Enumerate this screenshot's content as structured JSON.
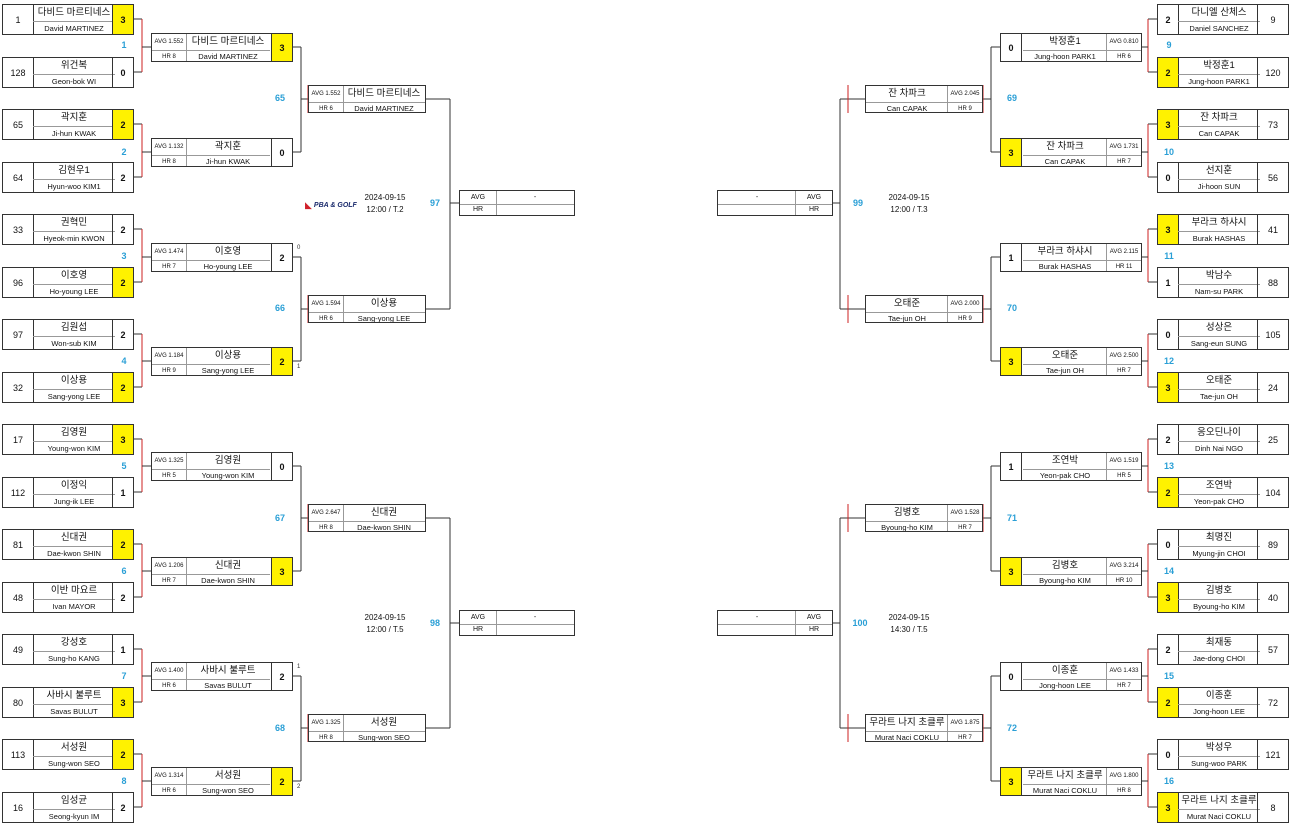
{
  "colors": {
    "winner": "#fff200",
    "match_number": "#2a9fd6",
    "line": "#333333",
    "accent_line": "#cc2222"
  },
  "logo": {
    "text": "PBA & GOLF",
    "icon": "pba-logo-icon"
  },
  "stat_labels": {
    "avg": "AVG",
    "hr": "HR"
  },
  "r1": [
    {
      "seed": "1",
      "ko": "다비드 마르티네스",
      "en": "David MARTINEZ",
      "score": "3",
      "win": true
    },
    {
      "seed": "128",
      "ko": "위건복",
      "en": "Geon-bok WI",
      "score": "0",
      "win": false
    },
    {
      "seed": "65",
      "ko": "곽지훈",
      "en": "Ji-hun KWAK",
      "score": "2",
      "win": true
    },
    {
      "seed": "64",
      "ko": "김현우1",
      "en": "Hyun-woo KIM1",
      "score": "2",
      "win": false
    },
    {
      "seed": "33",
      "ko": "권혁민",
      "en": "Hyeok-min KWON",
      "score": "2",
      "win": false
    },
    {
      "seed": "96",
      "ko": "이호영",
      "en": "Ho-young LEE",
      "score": "2",
      "win": true
    },
    {
      "seed": "97",
      "ko": "김원섭",
      "en": "Won-sub KIM",
      "score": "2",
      "win": false
    },
    {
      "seed": "32",
      "ko": "이상용",
      "en": "Sang-yong LEE",
      "score": "2",
      "win": true
    },
    {
      "seed": "17",
      "ko": "김영원",
      "en": "Young-won KIM",
      "score": "3",
      "win": true
    },
    {
      "seed": "112",
      "ko": "이정익",
      "en": "Jung-ik LEE",
      "score": "1",
      "win": false
    },
    {
      "seed": "81",
      "ko": "신대권",
      "en": "Dae-kwon SHIN",
      "score": "2",
      "win": true
    },
    {
      "seed": "48",
      "ko": "이반 마요르",
      "en": "Ivan MAYOR",
      "score": "2",
      "win": false
    },
    {
      "seed": "49",
      "ko": "강성호",
      "en": "Sung-ho KANG",
      "score": "1",
      "win": false
    },
    {
      "seed": "80",
      "ko": "사바시 불루트",
      "en": "Savas BULUT",
      "score": "3",
      "win": true
    },
    {
      "seed": "113",
      "ko": "서성원",
      "en": "Sung-won SEO",
      "score": "2",
      "win": true
    },
    {
      "seed": "16",
      "ko": "임성균",
      "en": "Seong-kyun IM",
      "score": "2",
      "win": false
    },
    {
      "seed": "9",
      "ko": "다니엘 산체스",
      "en": "Daniel SANCHEZ",
      "score": "2",
      "win": false
    },
    {
      "seed": "120",
      "ko": "박정훈1",
      "en": "Jung-hoon PARK1",
      "score": "2",
      "win": true
    },
    {
      "seed": "73",
      "ko": "잔 차파크",
      "en": "Can CAPAK",
      "score": "3",
      "win": true
    },
    {
      "seed": "56",
      "ko": "선지훈",
      "en": "Ji-hoon SUN",
      "score": "0",
      "win": false
    },
    {
      "seed": "41",
      "ko": "부라크 하샤시",
      "en": "Burak HASHAS",
      "score": "3",
      "win": true
    },
    {
      "seed": "88",
      "ko": "박남수",
      "en": "Nam-su PARK",
      "score": "1",
      "win": false
    },
    {
      "seed": "105",
      "ko": "성상은",
      "en": "Sang-eun SUNG",
      "score": "0",
      "win": false
    },
    {
      "seed": "24",
      "ko": "오태준",
      "en": "Tae-jun OH",
      "score": "3",
      "win": true
    },
    {
      "seed": "25",
      "ko": "응오딘나이",
      "en": "Dinh Nai NGO",
      "score": "2",
      "win": false
    },
    {
      "seed": "104",
      "ko": "조연박",
      "en": "Yeon-pak CHO",
      "score": "2",
      "win": true
    },
    {
      "seed": "89",
      "ko": "최명진",
      "en": "Myung-jin CHOI",
      "score": "0",
      "win": false
    },
    {
      "seed": "40",
      "ko": "김병호",
      "en": "Byoung-ho KIM",
      "score": "3",
      "win": true
    },
    {
      "seed": "57",
      "ko": "최재동",
      "en": "Jae-dong CHOI",
      "score": "2",
      "win": false
    },
    {
      "seed": "72",
      "ko": "이종훈",
      "en": "Jong-hoon LEE",
      "score": "2",
      "win": true
    },
    {
      "seed": "121",
      "ko": "박성우",
      "en": "Sung-woo PARK",
      "score": "0",
      "win": false
    },
    {
      "seed": "8",
      "ko": "무라트 나지 초클루",
      "en": "Murat Naci COKLU",
      "score": "3",
      "win": true
    }
  ],
  "r2": [
    {
      "avg": "AVG 1.552",
      "hr": "HR 8",
      "ko": "다비드 마르티네스",
      "en": "David MARTINEZ",
      "score": "3",
      "win": true
    },
    {
      "avg": "AVG 1.132",
      "hr": "HR 8",
      "ko": "곽지훈",
      "en": "Ji-hun KWAK",
      "score": "0",
      "win": false
    },
    {
      "avg": "AVG 1.474",
      "hr": "HR 7",
      "ko": "이호영",
      "en": "Ho-young LEE",
      "score": "2",
      "win": false
    },
    {
      "avg": "AVG 1.184",
      "hr": "HR 9",
      "ko": "이상용",
      "en": "Sang-yong LEE",
      "score": "2",
      "win": true
    },
    {
      "avg": "AVG 1.325",
      "hr": "HR 5",
      "ko": "김영원",
      "en": "Young-won KIM",
      "score": "0",
      "win": false
    },
    {
      "avg": "AVG 1.206",
      "hr": "HR 7",
      "ko": "신대권",
      "en": "Dae-kwon SHIN",
      "score": "3",
      "win": true
    },
    {
      "avg": "AVG 1.400",
      "hr": "HR 6",
      "ko": "사바시 불루트",
      "en": "Savas BULUT",
      "score": "2",
      "win": false
    },
    {
      "avg": "AVG 1.314",
      "hr": "HR 6",
      "ko": "서성원",
      "en": "Sung-won SEO",
      "score": "2",
      "win": true
    },
    {
      "avg": "AVG 0.810",
      "hr": "HR 6",
      "ko": "박정훈1",
      "en": "Jung-hoon PARK1",
      "score": "0",
      "win": false
    },
    {
      "avg": "AVG 1.731",
      "hr": "HR 7",
      "ko": "잔 차파크",
      "en": "Can CAPAK",
      "score": "3",
      "win": true
    },
    {
      "avg": "AVG 2.115",
      "hr": "HR 11",
      "ko": "부라크 하샤시",
      "en": "Burak HASHAS",
      "score": "1",
      "win": false
    },
    {
      "avg": "AVG 2.500",
      "hr": "HR 7",
      "ko": "오태준",
      "en": "Tae-jun OH",
      "score": "3",
      "win": true
    },
    {
      "avg": "AVG 1.519",
      "hr": "HR 5",
      "ko": "조연박",
      "en": "Yeon-pak CHO",
      "score": "1",
      "win": false
    },
    {
      "avg": "AVG 3.214",
      "hr": "HR 10",
      "ko": "김병호",
      "en": "Byoung-ho KIM",
      "score": "3",
      "win": true
    },
    {
      "avg": "AVG 1.433",
      "hr": "HR 7",
      "ko": "이종훈",
      "en": "Jong-hoon LEE",
      "score": "0",
      "win": false
    },
    {
      "avg": "AVG 1.800",
      "hr": "HR 8",
      "ko": "무라트 나지 초클루",
      "en": "Murat Naci COKLU",
      "score": "3",
      "win": true
    }
  ],
  "r3": [
    {
      "avg": "AVG 1.552",
      "hr": "HR 6",
      "ko": "다비드 마르티네스",
      "en": "David MARTINEZ"
    },
    {
      "avg": "AVG 1.594",
      "hr": "HR 6",
      "ko": "이상용",
      "en": "Sang-yong LEE"
    },
    {
      "avg": "AVG 2.647",
      "hr": "HR 8",
      "ko": "신대권",
      "en": "Dae-kwon SHIN"
    },
    {
      "avg": "AVG 1.325",
      "hr": "HR 8",
      "ko": "서성원",
      "en": "Sung-won SEO"
    },
    {
      "avg": "AVG 2.045",
      "hr": "HR 9",
      "ko": "잔 차파크",
      "en": "Can CAPAK"
    },
    {
      "avg": "AVG 2.000",
      "hr": "HR 9",
      "ko": "오태준",
      "en": "Tae-jun OH"
    },
    {
      "avg": "AVG 1.528",
      "hr": "HR 7",
      "ko": "김병호",
      "en": "Byoung-ho KIM"
    },
    {
      "avg": "AVG 1.875",
      "hr": "HR 7",
      "ko": "무라트 나지 초클루",
      "en": "Murat Naci COKLU"
    }
  ],
  "finals": [
    {
      "avg_label": "AVG",
      "hr_label": "HR",
      "avg_value": "-",
      "hr_value": ""
    },
    {
      "avg_label": "AVG",
      "hr_label": "HR",
      "avg_value": "-",
      "hr_value": ""
    },
    {
      "avg_label": "AVG",
      "hr_label": "HR",
      "avg_value": "-",
      "hr_value": ""
    },
    {
      "avg_label": "AVG",
      "hr_label": "HR",
      "avg_value": "-",
      "hr_value": ""
    }
  ],
  "match_numbers": {
    "r1": [
      "1",
      "2",
      "3",
      "4",
      "5",
      "6",
      "7",
      "8",
      "9",
      "10",
      "11",
      "12",
      "13",
      "14",
      "15",
      "16"
    ],
    "r2": [
      "65",
      "66",
      "67",
      "68",
      "69",
      "70",
      "71",
      "72"
    ],
    "r3": [
      "97",
      "98",
      "99",
      "100"
    ]
  },
  "match_info": [
    {
      "date": "2024-09-15",
      "time": "12:00 / T.2"
    },
    {
      "date": "2024-09-15",
      "time": "12:00 / T.5"
    },
    {
      "date": "2024-09-15",
      "time": "12:00 / T.3"
    },
    {
      "date": "2024-09-15",
      "time": "14:30 / T.5"
    }
  ],
  "small_scores": [
    "0",
    "1",
    "1",
    "2"
  ]
}
